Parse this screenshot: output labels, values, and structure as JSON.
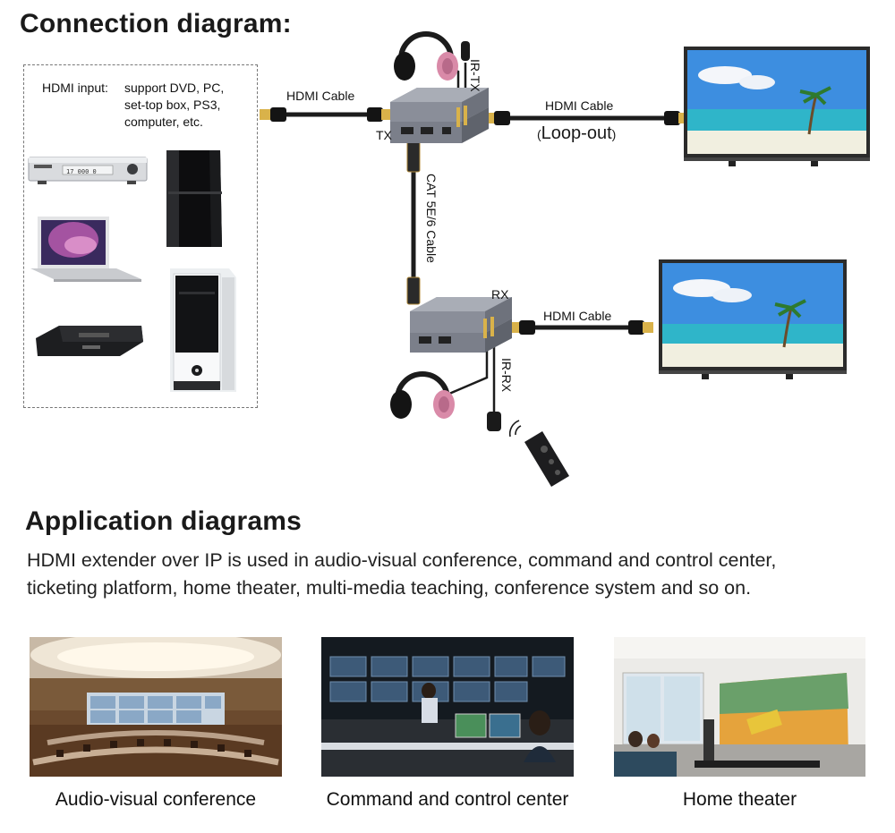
{
  "connection": {
    "title": "Connection diagram:",
    "input_box": {
      "label": "HDMI input:",
      "text_lines": [
        "support DVD, PC,",
        "set-top box, PS3,",
        "computer, etc."
      ],
      "dvd_display": "17  000 0"
    },
    "cables": {
      "hdmi_in": "HDMI Cable",
      "hdmi_loop": "HDMI Cable",
      "loop_out": "Loop-out",
      "cat": "CAT 5E/6 Cable",
      "hdmi_rx": "HDMI Cable"
    },
    "ports": {
      "tx": "TX",
      "rx": "RX",
      "ir_tx": "IR-TX",
      "ir_rx": "IR-RX"
    }
  },
  "application": {
    "title": "Application diagrams",
    "description_lines": [
      "HDMI extender over IP is used in audio-visual conference, command and control center,",
      "ticketing platform, home theater, multi-media teaching, conference system and so on."
    ],
    "captions": [
      "Audio-visual conference",
      "Command and control center",
      "Home theater"
    ]
  },
  "colors": {
    "device_body": "#8a8e99",
    "cable": "#1c1c1c",
    "connector_gold": "#d9b24a",
    "headphone_pink": "#d98aa8",
    "sky": "#3d8ee0",
    "sea": "#2fb5c9"
  },
  "icons": [
    "headphones-icon",
    "ir-receiver-icon",
    "remote-control-icon",
    "tv-icon",
    "dvd-player-icon",
    "laptop-icon",
    "ps3-icon",
    "set-top-box-icon",
    "pc-tower-icon"
  ]
}
